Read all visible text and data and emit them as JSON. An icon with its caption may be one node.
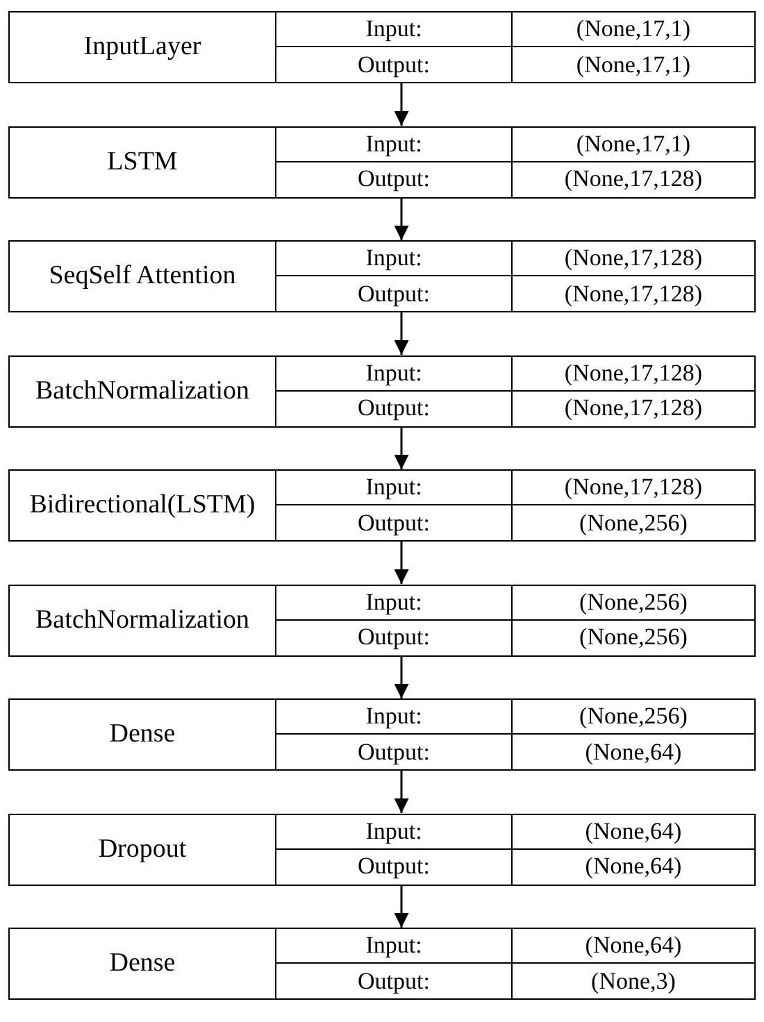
{
  "diagram": {
    "nodes": [
      {
        "text": [
          "InputLayer",
          "Input:",
          "(None,17,1)",
          "Output:",
          "(None,17,1)"
        ]
      },
      {
        "text": [
          "LSTM",
          "Input:",
          "(None,17,1)",
          "Output:",
          "(None,17,128)"
        ]
      },
      {
        "text": [
          "SeqSelf Attention",
          "Input:",
          "(None,17,128)",
          "Output:",
          "(None,17,128)"
        ]
      },
      {
        "text": [
          "BatchNormalization",
          "Input:",
          "(None,17,128)",
          "Output:",
          "(None,17,128)"
        ]
      },
      {
        "text": [
          "Bidirectional(LSTM)",
          "Input:",
          "(None,17,128)",
          "Output:",
          "(None,256)"
        ]
      },
      {
        "text": [
          "BatchNormalization",
          "Input:",
          "(None,256)",
          "Output:",
          "(None,256)"
        ]
      },
      {
        "text": [
          "Dense",
          "Input:",
          "(None,256)",
          "Output:",
          "(None,64)"
        ]
      },
      {
        "text": [
          "Dropout",
          "Input:",
          "(None,64)",
          "Output:",
          "(None,64)"
        ]
      },
      {
        "text": [
          "Dense",
          "Input:",
          "(None,64)",
          "Output:",
          "(None,3)"
        ]
      }
    ],
    "edges": [
      {
        "from": 0,
        "to": 1,
        "arrow": "to"
      },
      {
        "from": 1,
        "to": 2,
        "arrow": "to"
      },
      {
        "from": 2,
        "to": 3,
        "arrow": "to"
      },
      {
        "from": 3,
        "to": 4,
        "arrow": "to"
      },
      {
        "from": 4,
        "to": 5,
        "arrow": "to"
      },
      {
        "from": 5,
        "to": 6,
        "arrow": "to"
      },
      {
        "from": 6,
        "to": 7,
        "arrow": "to"
      },
      {
        "from": 7,
        "to": 8,
        "arrow": "to"
      }
    ]
  }
}
